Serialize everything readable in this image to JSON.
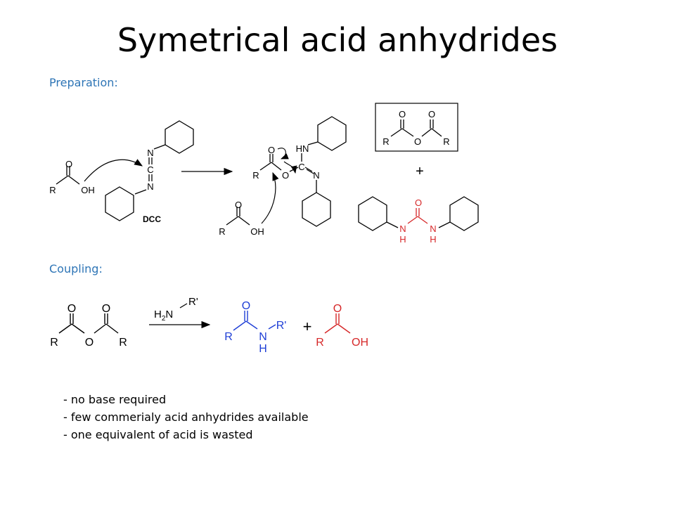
{
  "slide": {
    "title": "Symetrical acid anhydrides",
    "preparation_label": "Preparation:",
    "coupling_label": "Coupling:",
    "bullets": [
      "- no base required",
      "- few commerialy acid anhydrides available",
      "- one equivalent of acid is wasted"
    ]
  },
  "scheme": {
    "atoms": {
      "O": "O",
      "OH": "OH",
      "R": "R",
      "N": "N",
      "C": "C",
      "HN": "HN",
      "H": "H",
      "H2N_H": "H",
      "H2N_2": "2",
      "H2N_N": "N",
      "R_prime": "R'"
    },
    "dcc_label": "DCC",
    "plus": "+",
    "colors": {
      "black": "#000000",
      "red": "#d62728",
      "blue": "#1f3fd6",
      "box": "#000000"
    }
  }
}
